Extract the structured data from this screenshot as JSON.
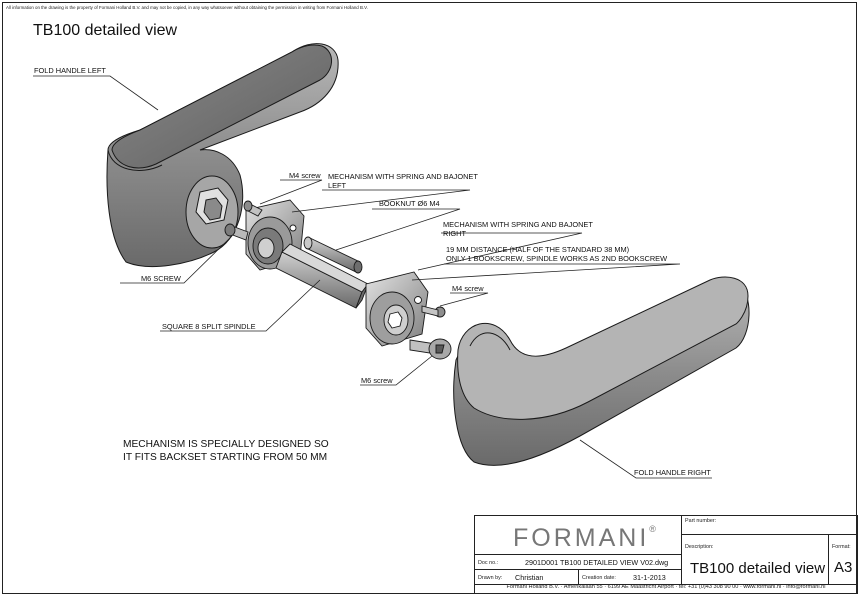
{
  "header": {
    "notice": "All information on the drawing is the property of Formani Holland B.V. and may not be copied, in any way whatsoever without obtaining the permission in writing from Formani Holland B.V.",
    "title": "TB100 detailed view"
  },
  "callouts": {
    "fold_handle_left": "FOLD HANDLE LEFT",
    "m4_screw_left": "M4 screw",
    "mechanism_left_1": "MECHANISM WITH SPRING AND BAJONET",
    "mechanism_left_2": "LEFT",
    "booknut": "BOOKNUT Ø6  M4",
    "mechanism_right_1": "MECHANISM WITH SPRING AND BAJONET",
    "mechanism_right_2": "RIGHT",
    "distance_1": "19 MM DISTANCE (HALF OF THE STANDARD 38 MM)",
    "distance_2": "ONLY 1 BOOKSCREW, SPINDLE WORKS AS 2ND BOOKSCREW",
    "m4_screw_right": "M4 screw",
    "m6_screw_left": "M6 SCREW",
    "square_spindle": "SQUARE 8 SPLIT SPINDLE",
    "m6_screw_right": "M6 screw",
    "fold_handle_right": "FOLD HANDLE RIGHT"
  },
  "note": {
    "line1": "MECHANISM IS SPECIALLY DESIGNED SO",
    "line2": "IT FITS BACKSET STARTING FROM 50 MM"
  },
  "title_block": {
    "brand": "FORMANI",
    "brand_mark": "®",
    "part_number_label": "Part number:",
    "description_label": "Description:",
    "description": "TB100 detailed view",
    "format_label": "Format:",
    "format": "A3",
    "doc_no_label": "Doc no.:",
    "doc_no": "2901D001 TB100 DETAILED VIEW V02.dwg",
    "drawn_by_label": "Drawn by:",
    "drawn_by": "Christian",
    "creation_date_label": "Creation date:",
    "creation_date": "31-1-2013",
    "footer": "Formani Holland B.V. · Amerikalaan 55 · 6199 AE Maastricht Airport · tel: +31 (0)43 308 90 00 · www.formani.nl · info@formani.nl"
  },
  "colors": {
    "handle_fill": "#9a9a9a",
    "handle_top": "#6e6e6e",
    "metal_light": "#c8c8c8",
    "line": "#1a1a1a"
  }
}
